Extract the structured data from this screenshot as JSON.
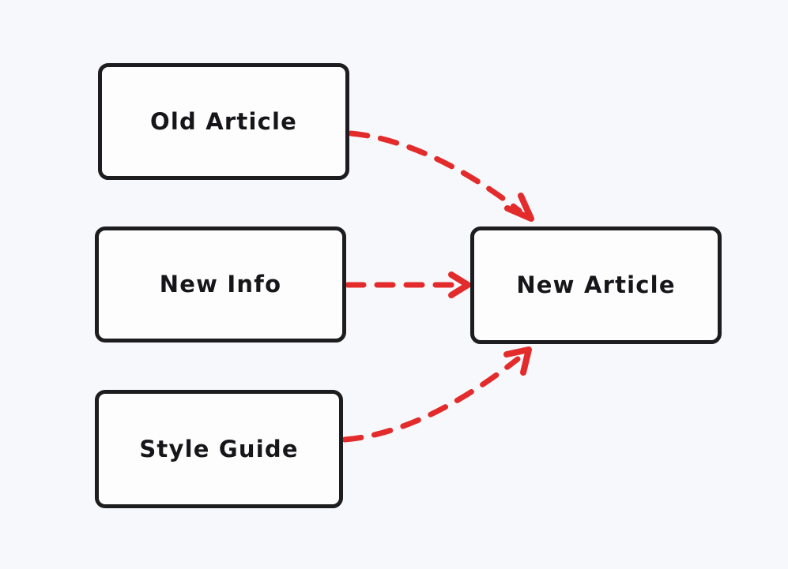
{
  "diagram": {
    "title": "Article rewrite inputs flowchart",
    "background_color": "#f7f8fc",
    "node_border_color": "#1d1d1f",
    "node_fill_color": "#fdfdfd",
    "node_text_color": "#16161a",
    "edge_color": "#e32b2b",
    "nodes": [
      {
        "id": "old-article",
        "label": "Old Article"
      },
      {
        "id": "new-info",
        "label": "New Info"
      },
      {
        "id": "style-guide",
        "label": "Style Guide"
      },
      {
        "id": "new-article",
        "label": "New Article"
      }
    ],
    "edges": [
      {
        "id": "old-article-to-new-article",
        "from": "Old Article",
        "to": "New Article",
        "style": "dashed",
        "shape": "curved",
        "label": ""
      },
      {
        "id": "new-info-to-new-article",
        "from": "New Info",
        "to": "New Article",
        "style": "dashed",
        "shape": "straight",
        "label": ""
      },
      {
        "id": "style-guide-to-new-article",
        "from": "Style Guide",
        "to": "New Article",
        "style": "dashed",
        "shape": "curved",
        "label": ""
      }
    ]
  }
}
